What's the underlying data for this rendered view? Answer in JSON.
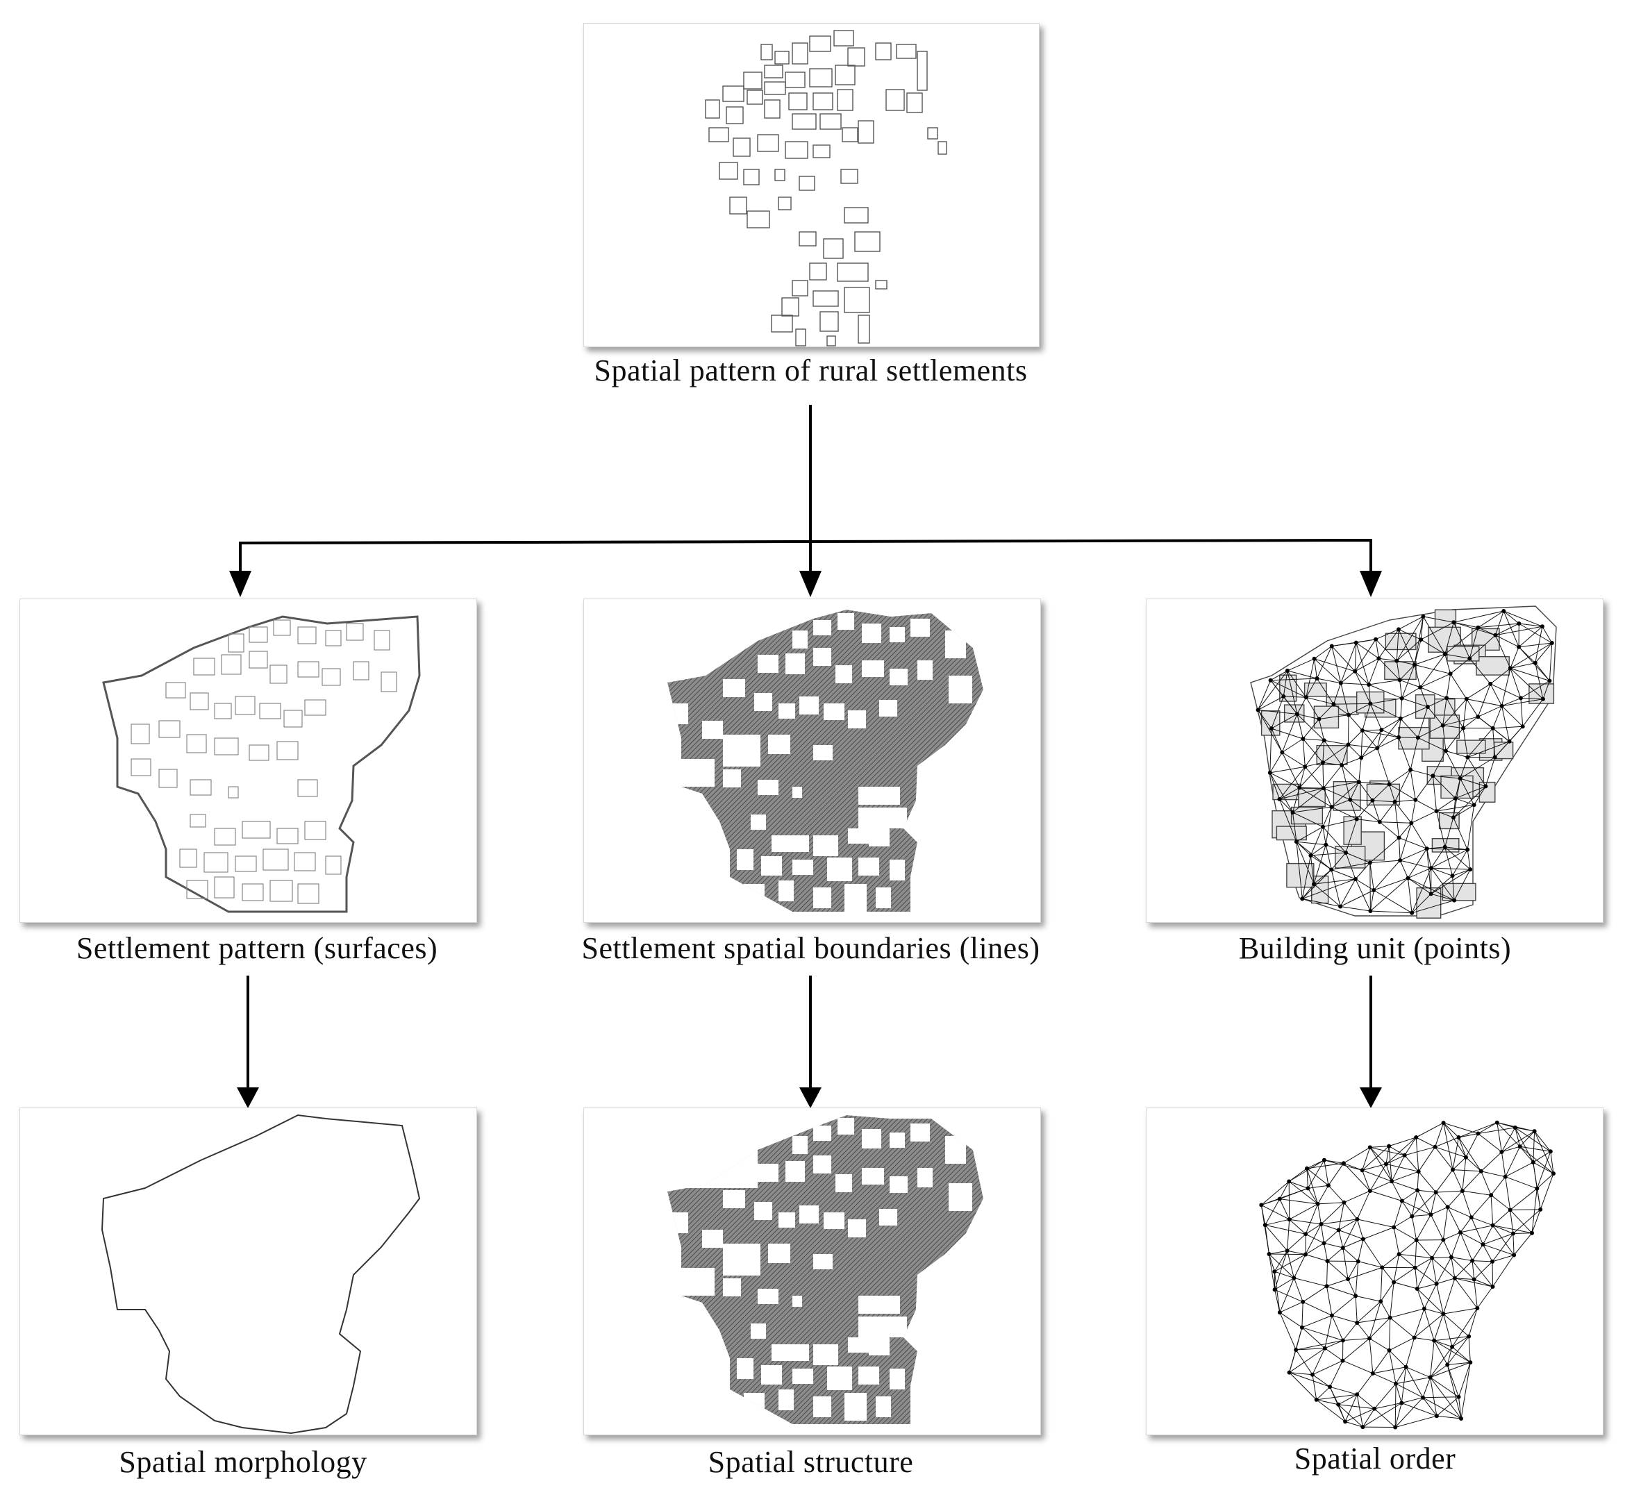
{
  "root": {
    "label": "Spatial pattern of rural settlements"
  },
  "level1": [
    {
      "label": "Settlement pattern (surfaces)"
    },
    {
      "label": "Settlement spatial boundaries (lines)"
    },
    {
      "label": "Building unit (points)"
    }
  ],
  "level2": [
    {
      "label": "Spatial morphology"
    },
    {
      "label": "Spatial structure"
    },
    {
      "label": "Spatial order"
    }
  ]
}
